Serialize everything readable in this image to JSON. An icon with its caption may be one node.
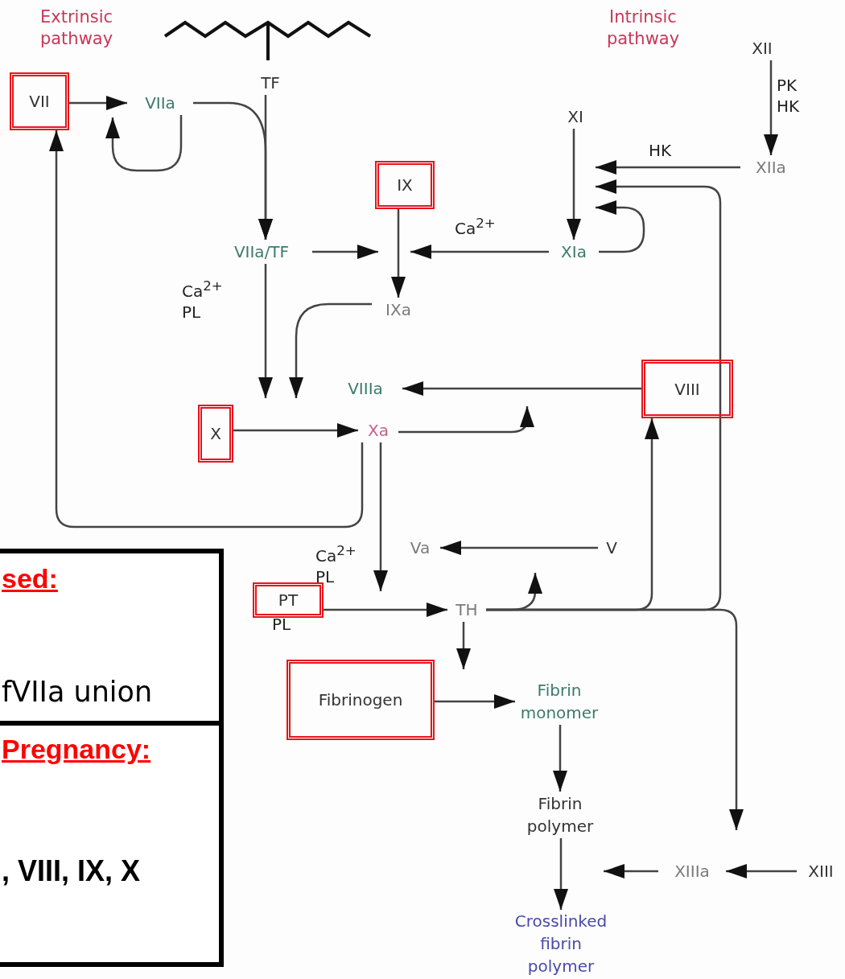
{
  "diagram": {
    "nodes": [
      {
        "text": [
          "VII"
        ]
      },
      {
        "text": [
          "VIIa"
        ]
      },
      {
        "text": [
          "TF"
        ]
      },
      {
        "text": [
          "VIIa/TF"
        ]
      },
      {
        "text": [
          "IX"
        ]
      },
      {
        "text": [
          "IXa"
        ]
      },
      {
        "text": [
          "XI"
        ]
      },
      {
        "text": [
          "XIa"
        ]
      },
      {
        "text": [
          "XII"
        ]
      },
      {
        "text": [
          "XIIa"
        ]
      },
      {
        "text": [
          "X"
        ]
      },
      {
        "text": [
          "VIIIa"
        ]
      },
      {
        "text": [
          "Xa"
        ]
      },
      {
        "text": [
          "VIII"
        ]
      },
      {
        "text": [
          "Va"
        ]
      },
      {
        "text": [
          "V"
        ]
      },
      {
        "text": [
          "PT"
        ],
        "beside": [
          "PL"
        ]
      },
      {
        "text": [
          "TH"
        ]
      },
      {
        "text": [
          "Fibrinogen"
        ]
      },
      {
        "text": [
          "Fibrin monomer"
        ]
      },
      {
        "text": [
          "Fibrin polymer"
        ]
      },
      {
        "text": [
          "XIIIa"
        ]
      },
      {
        "text": [
          "XIII"
        ]
      },
      {
        "text": [
          "Crosslinked fibrin polymer"
        ]
      },
      {
        "text": [
          "sed:",
          "fVIIa union"
        ]
      },
      {
        "text": [
          "Pregnancy:",
          ", VIII, IX, X"
        ]
      }
    ],
    "edges": [
      {
        "from": 0,
        "to": 1,
        "arrow": "to"
      },
      {
        "from": 1,
        "to": 3,
        "arrow": "to"
      },
      {
        "from": 2,
        "to": 3,
        "arrow": "to"
      },
      {
        "from": 1,
        "to": null,
        "arrow": "to"
      },
      {
        "from": 12,
        "to": 0,
        "arrow": "to"
      },
      {
        "from": 3,
        "to": null,
        "arrow": "to"
      },
      {
        "from": 4,
        "to": 5,
        "arrow": "to"
      },
      {
        "from": 7,
        "to": null,
        "arrow": "to",
        "label": "Ca$^{2+}$"
      },
      {
        "from": 6,
        "to": 7,
        "arrow": "to"
      },
      {
        "from": 9,
        "to": null,
        "arrow": "to",
        "label": "HK"
      },
      {
        "from": 17,
        "to": null,
        "arrow": "to"
      },
      {
        "from": 7,
        "to": null,
        "arrow": "to"
      },
      {
        "from": 8,
        "to": 9,
        "arrow": "to",
        "label": "PK HK"
      },
      {
        "from": 3,
        "to": null,
        "arrow": "to",
        "label": "Ca$^{2+}$ PL"
      },
      {
        "from": 5,
        "to": null,
        "arrow": "to"
      },
      {
        "from": 10,
        "to": 12,
        "arrow": "to"
      },
      {
        "from": 13,
        "to": 11,
        "arrow": "to"
      },
      {
        "from": 12,
        "to": null,
        "arrow": "to"
      },
      {
        "from": 17,
        "to": 13,
        "arrow": "to"
      },
      {
        "from": 15,
        "to": 14,
        "arrow": "to"
      },
      {
        "from": 17,
        "to": null,
        "arrow": "to"
      },
      {
        "from": 12,
        "to": null,
        "arrow": "to",
        "label": "Ca$^{2+}$ PL"
      },
      {
        "from": 16,
        "to": 17,
        "arrow": "to"
      },
      {
        "from": 17,
        "to": null,
        "arrow": "to"
      },
      {
        "from": 18,
        "to": 19,
        "arrow": "to"
      },
      {
        "from": 19,
        "to": 20,
        "arrow": "to"
      },
      {
        "from": 20,
        "to": 23,
        "arrow": "to"
      },
      {
        "from": 21,
        "to": null,
        "arrow": "to"
      },
      {
        "from": 22,
        "to": 21,
        "arrow": "to"
      },
      {
        "from": 17,
        "to": null,
        "arrow": "to"
      }
    ],
    "labels": [
      "Extrinsic pathway",
      "Intrinsic pathway"
    ]
  }
}
